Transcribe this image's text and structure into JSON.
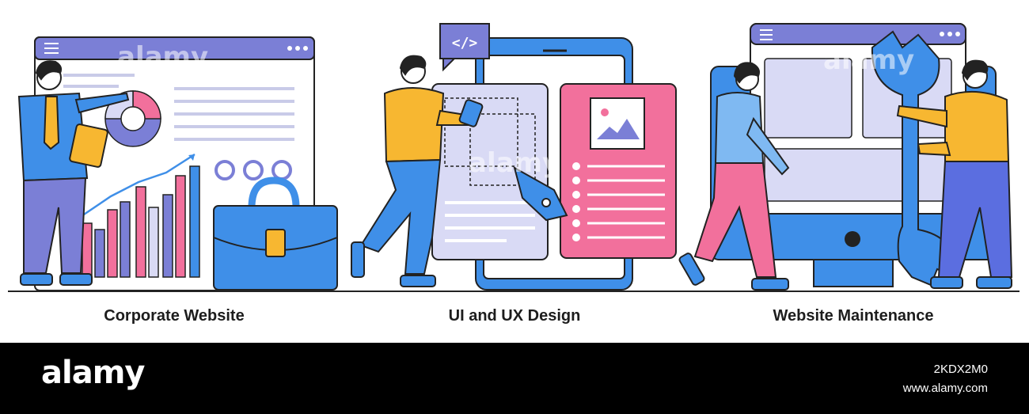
{
  "illustrations": [
    {
      "caption": "Corporate Website"
    },
    {
      "caption": "UI and UX Design"
    },
    {
      "caption": "Website Maintenance"
    }
  ],
  "code_tag": "</>",
  "watermark": "alamy",
  "footer": {
    "logo": "alamy",
    "image_id": "2KDX2M0",
    "site": "www.alamy.com"
  },
  "colors": {
    "blue": "#3f8fe8",
    "lavender": "#7b7fd6",
    "pink": "#f2709c",
    "yellow": "#f7b731",
    "light_lavender": "#d9daf5"
  }
}
